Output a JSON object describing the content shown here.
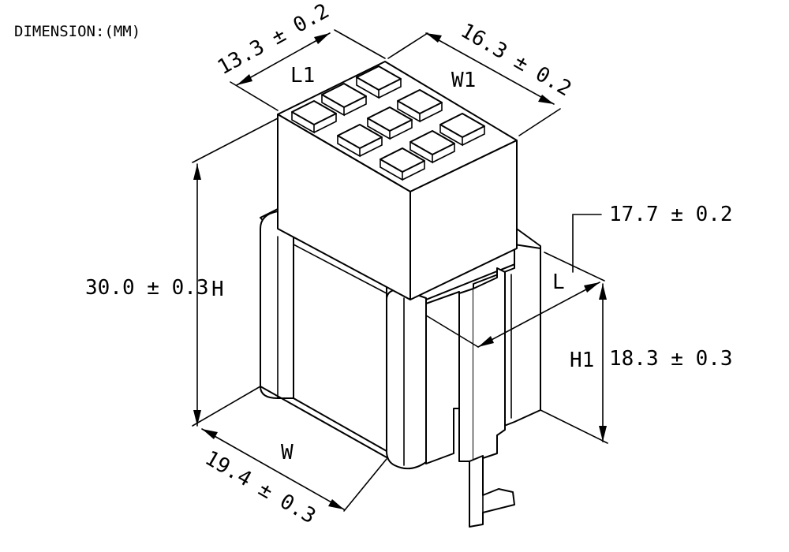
{
  "title": "DIMENSION:(MM)",
  "dimensions": {
    "l1": {
      "symbol": "L1",
      "value": "13.3 ± 0.2"
    },
    "w1": {
      "symbol": "W1",
      "value": "16.3 ± 0.2"
    },
    "l": {
      "symbol": "L",
      "value": "17.7 ± 0.2"
    },
    "h": {
      "symbol": "H",
      "value": "30.0 ± 0.3"
    },
    "h1": {
      "symbol": "H1",
      "value": "18.3 ± 0.3"
    },
    "w": {
      "symbol": "W",
      "value": "19.4 ± 0.3"
    }
  }
}
